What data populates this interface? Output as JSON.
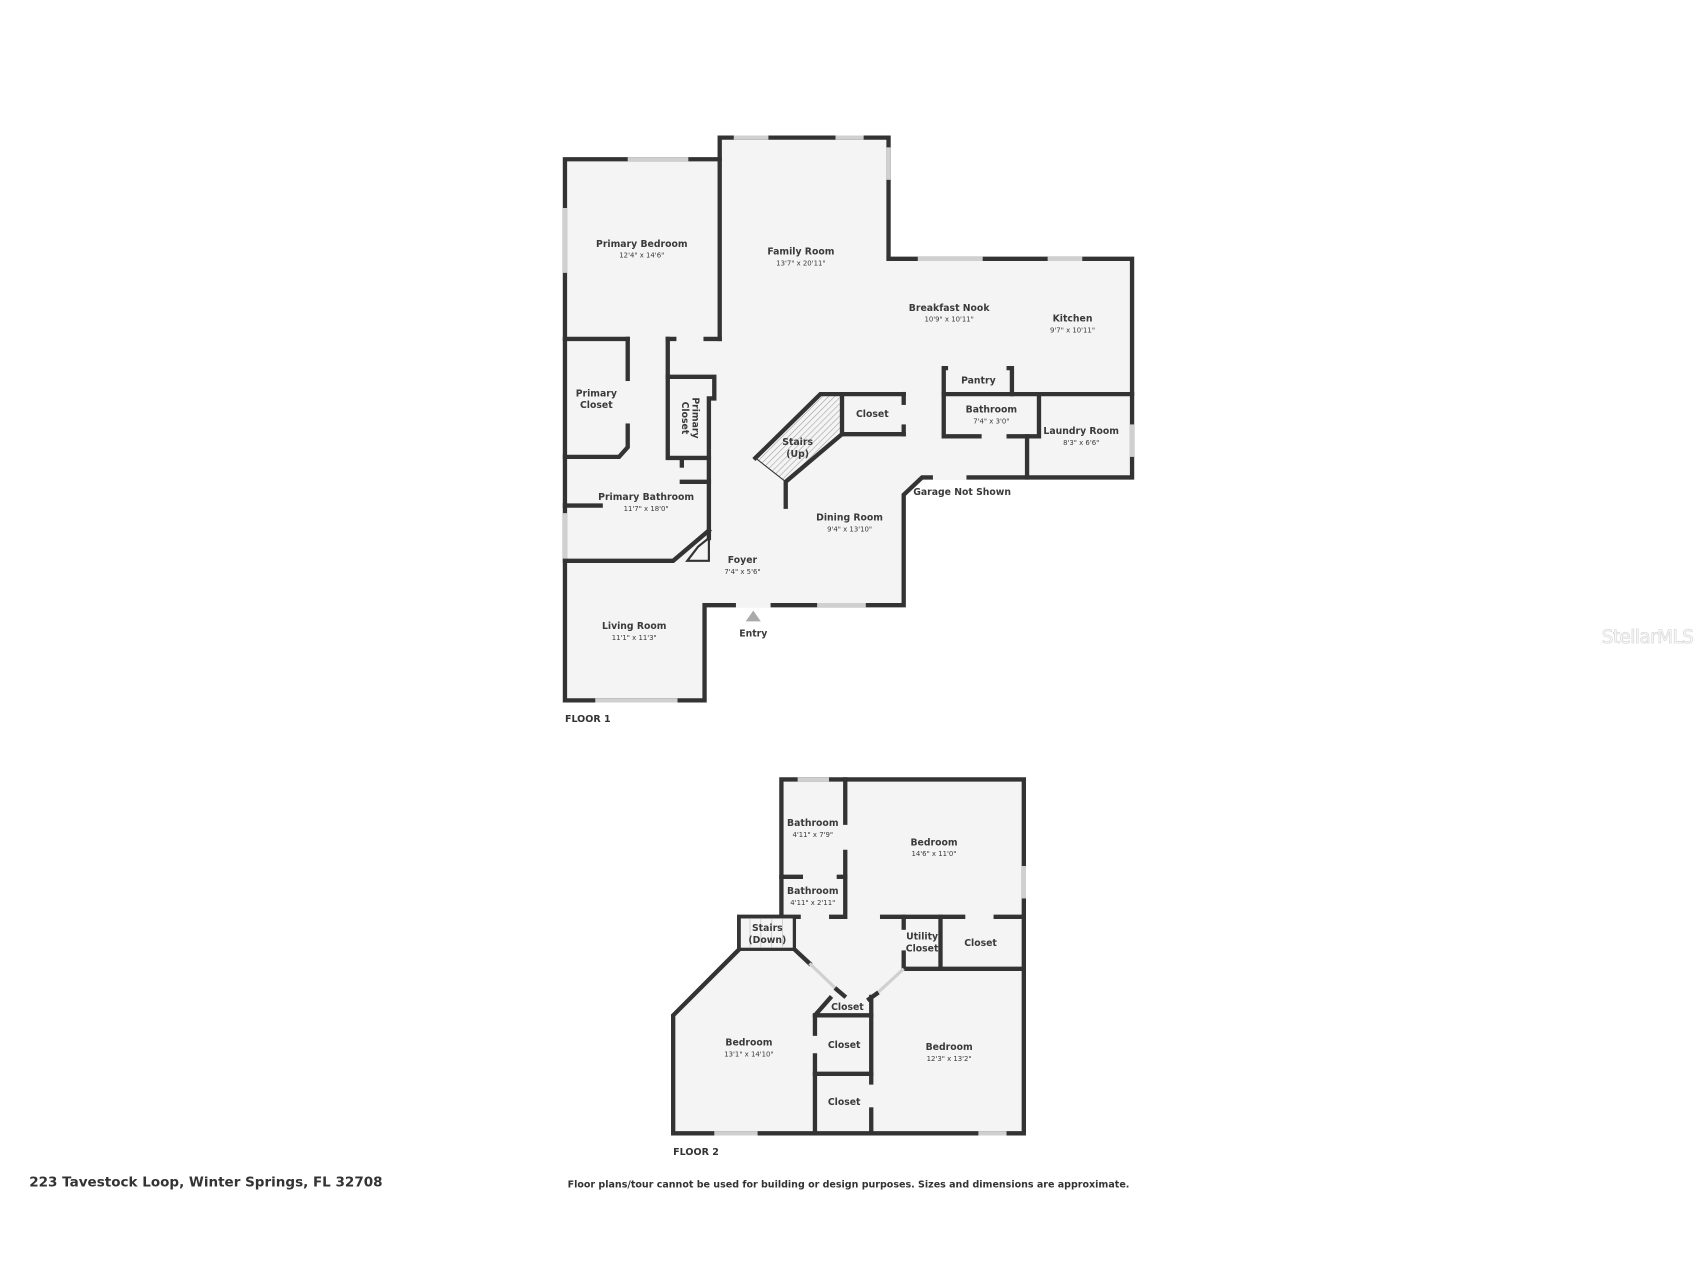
{
  "address": "223 Tavestock Loop, Winter Springs, FL 32708",
  "disclaimer": "Floor plans/tour cannot be used for building or design purposes. Sizes and dimensions are approximate.",
  "watermark": "StellarMLS",
  "floor1": {
    "label": "FLOOR 1",
    "entry_label": "Entry",
    "garage_note": "Garage Not Shown",
    "rooms": {
      "primary_bedroom": {
        "name": "Primary Bedroom",
        "dims": "12'4\" x 14'6\""
      },
      "family_room": {
        "name": "Family Room",
        "dims": "13'7\" x 20'11\""
      },
      "breakfast_nook": {
        "name": "Breakfast Nook",
        "dims": "10'9\" x 10'11\""
      },
      "kitchen": {
        "name": "Kitchen",
        "dims": "9'7\" x 10'11\""
      },
      "pantry": {
        "name": "Pantry"
      },
      "bathroom": {
        "name": "Bathroom",
        "dims": "7'4\" x 3'0\""
      },
      "laundry_room": {
        "name": "Laundry Room",
        "dims": "8'3\" x 6'6\""
      },
      "primary_closet_1": {
        "name_line1": "Primary",
        "name_line2": "Closet"
      },
      "primary_closet_2": {
        "name_line1": "Primary",
        "name_line2": "Closet"
      },
      "stairs": {
        "name_line1": "Stairs",
        "name_line2": "(Up)"
      },
      "closet": {
        "name": "Closet"
      },
      "primary_bathroom": {
        "name": "Primary Bathroom",
        "dims": "11'7\" x 18'0\""
      },
      "dining_room": {
        "name": "Dining Room",
        "dims": "9'4\" x 13'10\""
      },
      "foyer": {
        "name": "Foyer",
        "dims": "7'4\" x 5'6\""
      },
      "living_room": {
        "name": "Living Room",
        "dims": "11'1\" x 11'3\""
      }
    }
  },
  "floor2": {
    "label": "FLOOR 2",
    "rooms": {
      "bathroom_a": {
        "name": "Bathroom",
        "dims": "4'11\" x 7'9\""
      },
      "bathroom_b": {
        "name": "Bathroom",
        "dims": "4'11\" x 2'11\""
      },
      "bedroom_a": {
        "name": "Bedroom",
        "dims": "14'6\" x 11'0\""
      },
      "stairs": {
        "name_line1": "Stairs",
        "name_line2": "(Down)"
      },
      "utility_closet": {
        "name_line1": "Utility",
        "name_line2": "Closet"
      },
      "closet_a": {
        "name": "Closet"
      },
      "closet_b": {
        "name": "Closet"
      },
      "closet_c": {
        "name": "Closet"
      },
      "closet_d": {
        "name": "Closet"
      },
      "bedroom_b": {
        "name": "Bedroom",
        "dims": "13'1\" x 14'10\""
      },
      "bedroom_c": {
        "name": "Bedroom",
        "dims": "12'3\" x 13'2\""
      }
    }
  }
}
